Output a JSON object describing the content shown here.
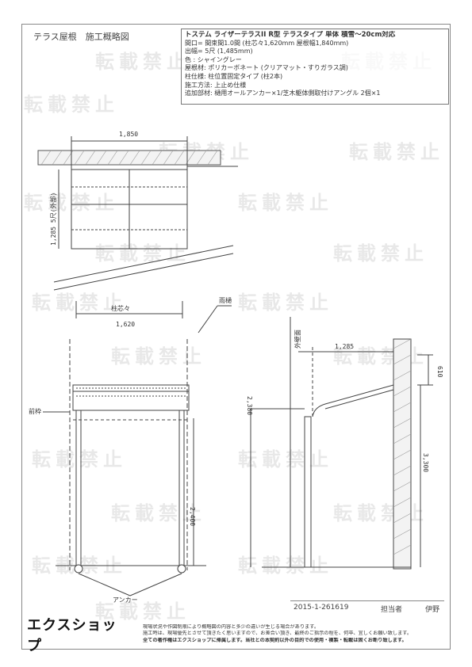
{
  "sheet": {
    "title": "テラス屋根　施工概略図"
  },
  "spec": {
    "product": "トステム ライザーテラスII R型 テラスタイプ 単体 積雪～20cm対応",
    "opening": "間口= 間束間1.0間 (柱芯々1,620mm 屋根幅1,840mm)",
    "depth": "出幅= 5尺 (1,485mm)",
    "color": "色 : シャイングレー",
    "roof": "屋根材: ポリカーボネート (クリアマット・すりガラス調)",
    "post": "柱仕様: 柱位置固定タイプ (柱2本)",
    "method": "施工方法: 上止め仕様",
    "extra": "追加部材: 樋用オールアンカー×1/芝木躯体側取付けアングル 2個×1"
  },
  "dimensions": {
    "plan_width": "1,850",
    "plan_depth": "1,285 5尺(外部)",
    "plan_bottom": "1,620",
    "plan_bottom_label": "柱芯々",
    "front_height": "2,400",
    "front_inner": "2,380",
    "side_depth": "1,285",
    "side_drop": "610",
    "side_total": "3,300",
    "side_label": "外壁面",
    "front_label_left": "前枠",
    "front_label_bottom": "アンカー",
    "plan_leader": "雨樋"
  },
  "watermark": "転載禁止",
  "footer": {
    "drawing_no": "2015-1-261619",
    "person_label": "担当者",
    "person_name": "伊野"
  },
  "brand": "エクスショップ",
  "notice": [
    "現場状況や作図制限により概略図の内容と多少の違いが生じる場合があります。",
    "施工時は、現場優先とさせて頂きたく思いますので、お差合い頂き、最終のご指示の程を、何卒、宜しくお願い致します。",
    "全ての著作権はエクスショップに帰属します。当社との本契約以外の目的での使用・複製・転載は固くお断り致します。"
  ]
}
